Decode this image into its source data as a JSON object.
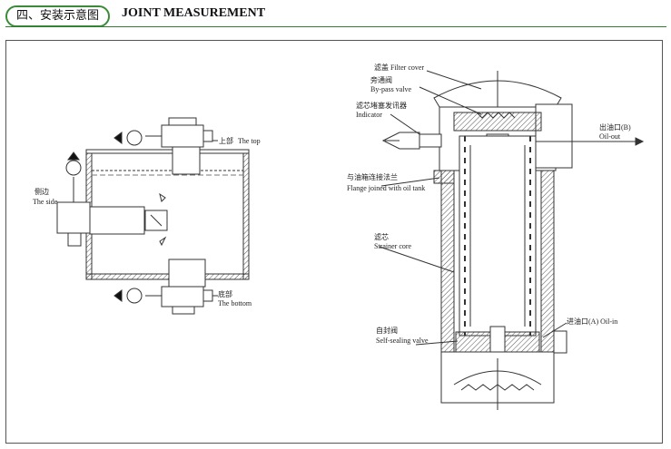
{
  "header": {
    "title_cn": "四、安装示意图",
    "title_en": "JOINT MEASUREMENT"
  },
  "left_diagram": {
    "top_label_cn": "上部",
    "top_label_en": "The top",
    "side_label_cn": "侧边",
    "side_label_en": "The side",
    "bottom_label_cn": "底部",
    "bottom_label_en": "The bottom"
  },
  "right_diagram": {
    "filter_cover": "滤盖 Filter cover",
    "bypass_cn": "旁通阀",
    "bypass_en": "By-pass valve",
    "indicator_cn": "滤芯堵塞发讯器",
    "indicator_en": "Indicator",
    "flange_cn": "与油箱连接法兰",
    "flange_en": "Flange joined with oil tank",
    "strainer_cn": "滤芯",
    "strainer_en": "Strainer core",
    "selfseal_cn": "自封阀",
    "selfseal_en": "Self-sealing valve",
    "oilout_cn": "出油口(B)",
    "oilout_en": "Oil-out",
    "oilin": "进油口(A) Oil-in"
  },
  "colors": {
    "accent": "#3a8a3a",
    "line": "#333333"
  }
}
